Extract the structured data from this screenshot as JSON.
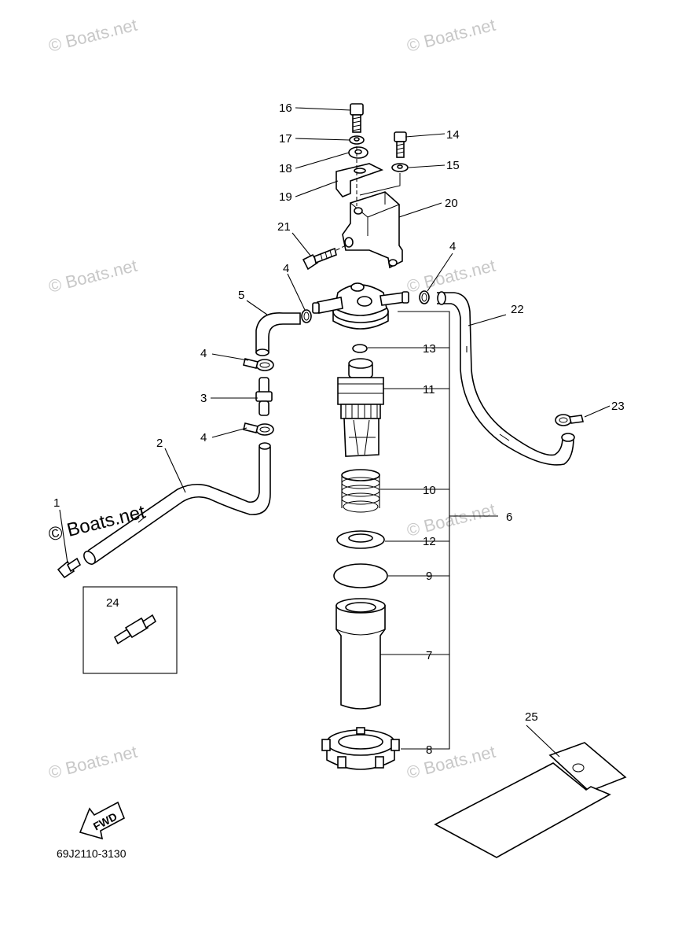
{
  "watermark": "© Boats.net",
  "diagram_code": "69J2110-3130",
  "fwd_label": "FWD",
  "callouts": {
    "c1": "1",
    "c2": "2",
    "c3": "3",
    "c4a": "4",
    "c4b": "4",
    "c4c": "4",
    "c4d": "4",
    "c5": "5",
    "c6": "6",
    "c7": "7",
    "c8": "8",
    "c9": "9",
    "c10": "10",
    "c11": "11",
    "c12": "12",
    "c13": "13",
    "c14": "14",
    "c15": "15",
    "c16": "16",
    "c17": "17",
    "c18": "18",
    "c19": "19",
    "c20": "20",
    "c21": "21",
    "c22": "22",
    "c23": "23",
    "c24": "24",
    "c25": "25"
  }
}
